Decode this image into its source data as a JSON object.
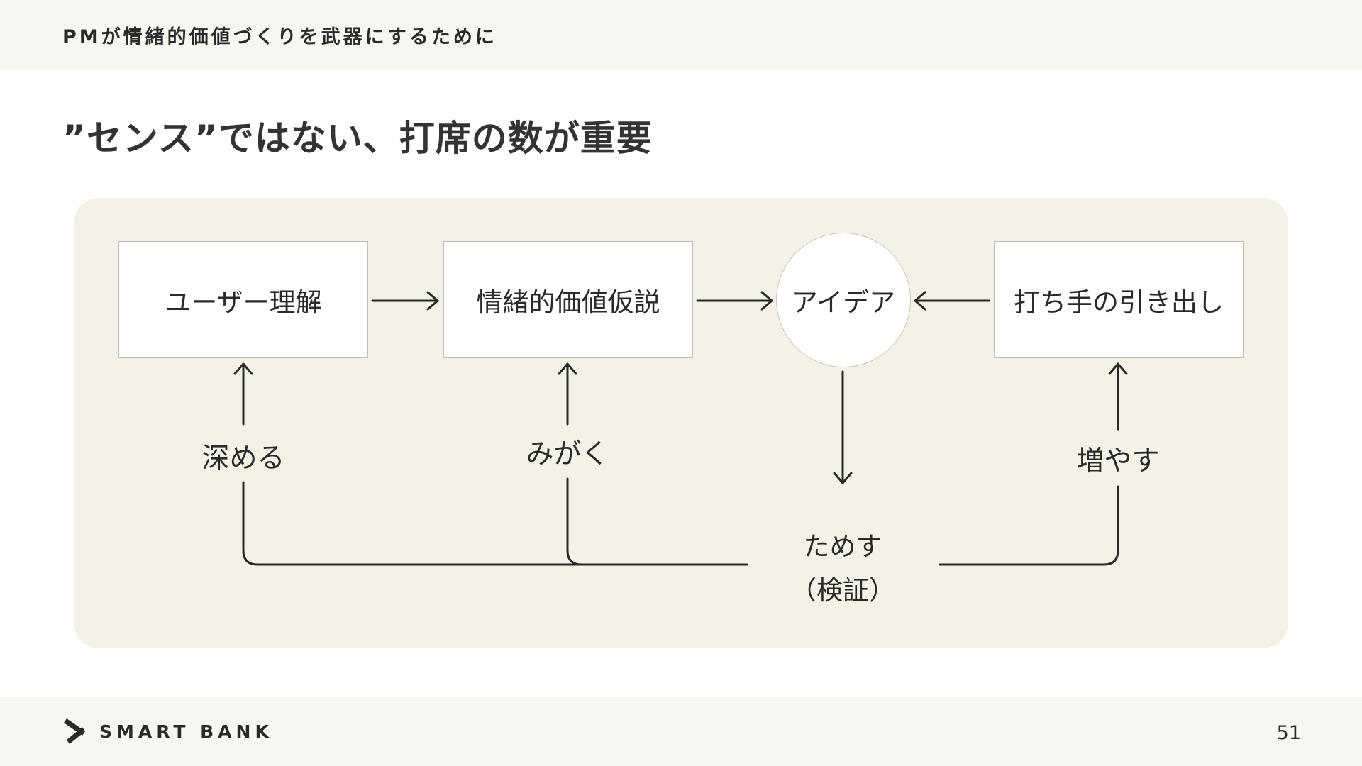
{
  "header": {
    "title": "PMが情緒的価値づくりを武器にするために"
  },
  "slide": {
    "title": "”センス”ではない、打席の数が重要"
  },
  "diagram": {
    "nodes": {
      "user_understanding": "ユーザー理解",
      "emotional_value_hypothesis": "情緒的価値仮説",
      "idea": "アイデア",
      "bringing_out_moves": "打ち手の引き出し"
    },
    "edge_labels": {
      "deepen": "深める",
      "polish": "みがく",
      "increase": "増やす"
    },
    "verify": {
      "line1": "ためす",
      "line2": "（検証）"
    }
  },
  "footer": {
    "logo_text": "SMART BANK",
    "page_number": "51"
  },
  "colors": {
    "band": "#f7f6f0",
    "panel": "#f4f2e6",
    "stroke": "#2a2a2a"
  }
}
